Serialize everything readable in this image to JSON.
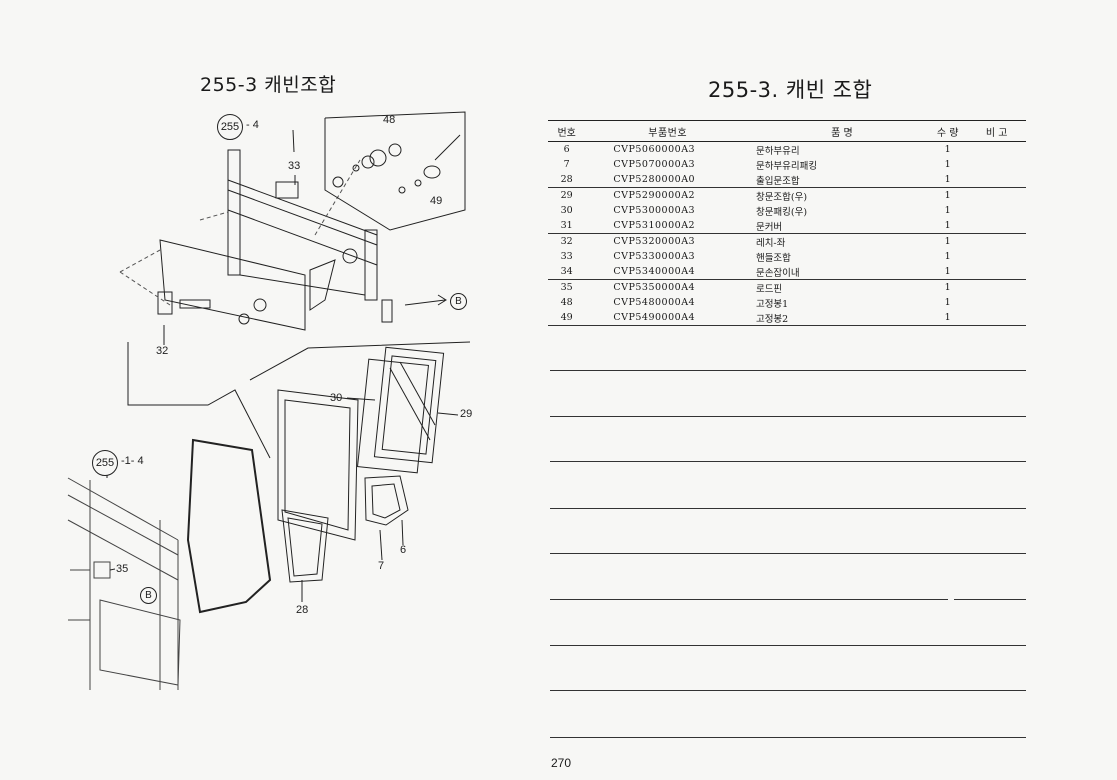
{
  "left_page": {
    "title": "255-3 캐빈조합",
    "callouts": {
      "ref_top": "255",
      "ref_top_suffix": "- 4",
      "ref_bottom": "255",
      "ref_bottom_suffix": "-1- 4",
      "c48": "48",
      "c49": "49",
      "c33": "33",
      "c32": "32",
      "c30": "30",
      "c29": "29",
      "c28": "28",
      "c7": "7",
      "c6": "6",
      "c35": "35",
      "b_top": "B",
      "b_bottom": "B"
    }
  },
  "right_page": {
    "title": "255-3. 캐빈 조합",
    "headers": {
      "no": "번호",
      "part_no": "부품번호",
      "name": "품 명",
      "qty": "수 량",
      "note": "비 고"
    },
    "rows": [
      {
        "no": "6",
        "part_no": "CVP5060000A3",
        "name": "문하부유리",
        "qty": "1"
      },
      {
        "no": "7",
        "part_no": "CVP5070000A3",
        "name": "문하부유리패킹",
        "qty": "1"
      },
      {
        "no": "28",
        "part_no": "CVP5280000A0",
        "name": "출입문조합",
        "qty": "1"
      },
      {
        "no": "29",
        "part_no": "CVP5290000A2",
        "name": "창문조합(우)",
        "qty": "1"
      },
      {
        "no": "30",
        "part_no": "CVP5300000A3",
        "name": "창문패킹(우)",
        "qty": "1"
      },
      {
        "no": "31",
        "part_no": "CVP5310000A2",
        "name": "문커버",
        "qty": "1"
      },
      {
        "no": "32",
        "part_no": "CVP5320000A3",
        "name": "레치-좌",
        "qty": "1"
      },
      {
        "no": "33",
        "part_no": "CVP5330000A3",
        "name": "핸들조합",
        "qty": "1"
      },
      {
        "no": "34",
        "part_no": "CVP5340000A4",
        "name": "문손잡이내",
        "qty": "1"
      },
      {
        "no": "35",
        "part_no": "CVP5350000A4",
        "name": "로드핀",
        "qty": "1"
      },
      {
        "no": "48",
        "part_no": "CVP5480000A4",
        "name": "고정봉1",
        "qty": "1"
      },
      {
        "no": "49",
        "part_no": "CVP5490000A4",
        "name": "고정봉2",
        "qty": "1"
      }
    ],
    "page_number": "270"
  }
}
